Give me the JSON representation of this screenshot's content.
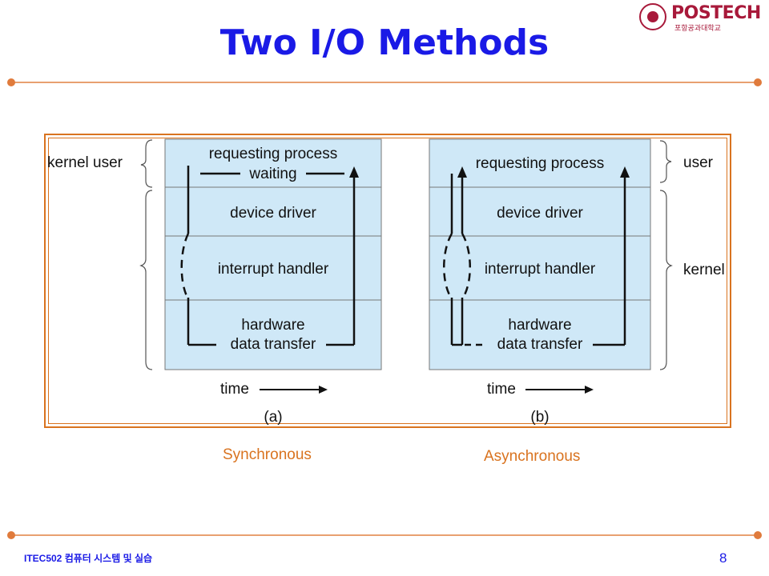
{
  "slide": {
    "title": "Two I/O Methods",
    "page_number": "8",
    "footer": "ITEC502 컴퓨터 시스템 및 실습"
  },
  "logo": {
    "name": "POSTECH",
    "subtitle": "포항공과대학교"
  },
  "diagram": {
    "left": {
      "layer_labels": {
        "combined": "kernel user"
      },
      "rows": [
        "requesting process",
        "waiting",
        "device driver",
        "interrupt handler",
        "hardware",
        "data transfer"
      ],
      "time_label": "time",
      "panel_label": "(a)"
    },
    "right": {
      "layer_labels": {
        "user": "user",
        "kernel": "kernel"
      },
      "rows": [
        "requesting process",
        "device driver",
        "interrupt handler",
        "hardware",
        "data transfer"
      ],
      "time_label": "time",
      "panel_label": "(b)"
    }
  },
  "captions": {
    "left": "Synchronous",
    "right": "Asynchronous"
  },
  "colors": {
    "title": "#1a1ae6",
    "frame": "#d9731f",
    "panel_fill": "#cfe8f7",
    "caption": "#d9731f"
  }
}
